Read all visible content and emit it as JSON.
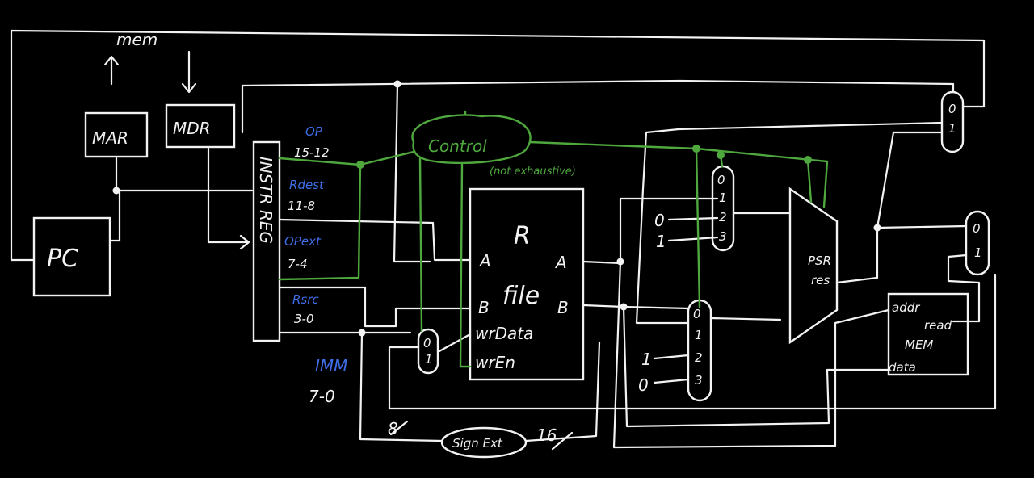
{
  "labels": {
    "mem": "mem",
    "mar": "MAR",
    "mdr": "MDR",
    "pc": "PC",
    "instr_reg": "INSTR REG",
    "op": "OP",
    "op_bits": "15-12",
    "rdest": "Rdest",
    "rdest_bits": "11-8",
    "opext": "OPext",
    "opext_bits": "7-4",
    "rsrc": "Rsrc",
    "rsrc_bits": "3-0",
    "imm": "IMM",
    "imm_bits": "7-0",
    "control": "Control",
    "not_exhaustive": "(not exhaustive)",
    "rfile_r": "R",
    "rfile_file": "file",
    "rfile_in_a": "A",
    "rfile_in_b": "B",
    "rfile_wrdata": "wrData",
    "rfile_wren": "wrEn",
    "rfile_out_a": "A",
    "rfile_out_b": "B",
    "psr": "PSR",
    "res": "res",
    "mem_addr": "addr",
    "mem_read": "read",
    "mem_label": "MEM",
    "mem_data": "data",
    "sign_ext": "Sign Ext",
    "width_8": "8",
    "width_16": "16",
    "mux_sel_0": "0",
    "mux_sel_1": "1",
    "mux_sel_2": "2",
    "mux_sel_3": "3",
    "const_0": "0",
    "const_1": "1"
  },
  "colors": {
    "background": "#000000",
    "wire": "#f2f2f2",
    "control": "#4fa83e",
    "field_label": "#3f6ee8"
  }
}
